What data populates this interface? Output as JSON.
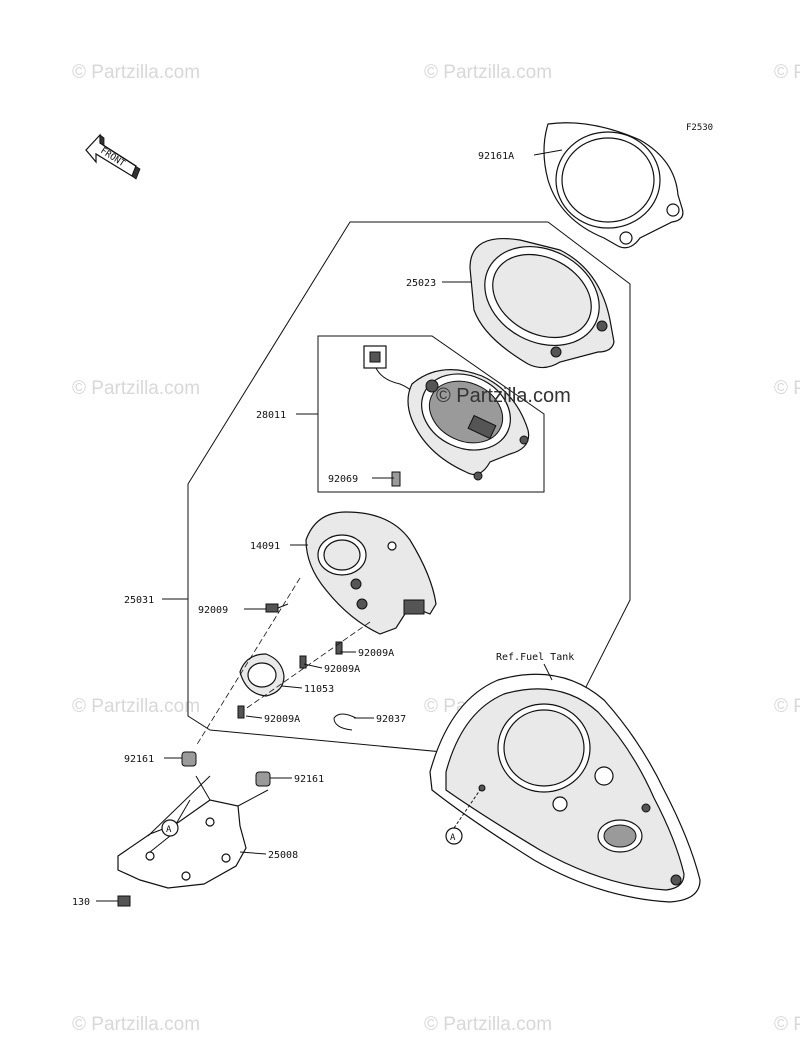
{
  "figure_code": "F2530",
  "front_arrow": "FRONT",
  "reference_note": "Ref.Fuel Tank",
  "watermark": "© Partzilla.com",
  "callouts": {
    "c92161A": "92161A",
    "c25023": "25023",
    "c28011": "28011",
    "c92069": "92069",
    "c14091": "14091",
    "c25031": "25031",
    "c92009": "92009",
    "c92009A_1": "92009A",
    "c92009A_2": "92009A",
    "c11053": "11053",
    "c92009A_3": "92009A",
    "c92037": "92037",
    "c92161_1": "92161",
    "c92161_2": "92161",
    "c25008": "25008",
    "c130": "130",
    "refA_1": "A",
    "refA_2": "A"
  }
}
